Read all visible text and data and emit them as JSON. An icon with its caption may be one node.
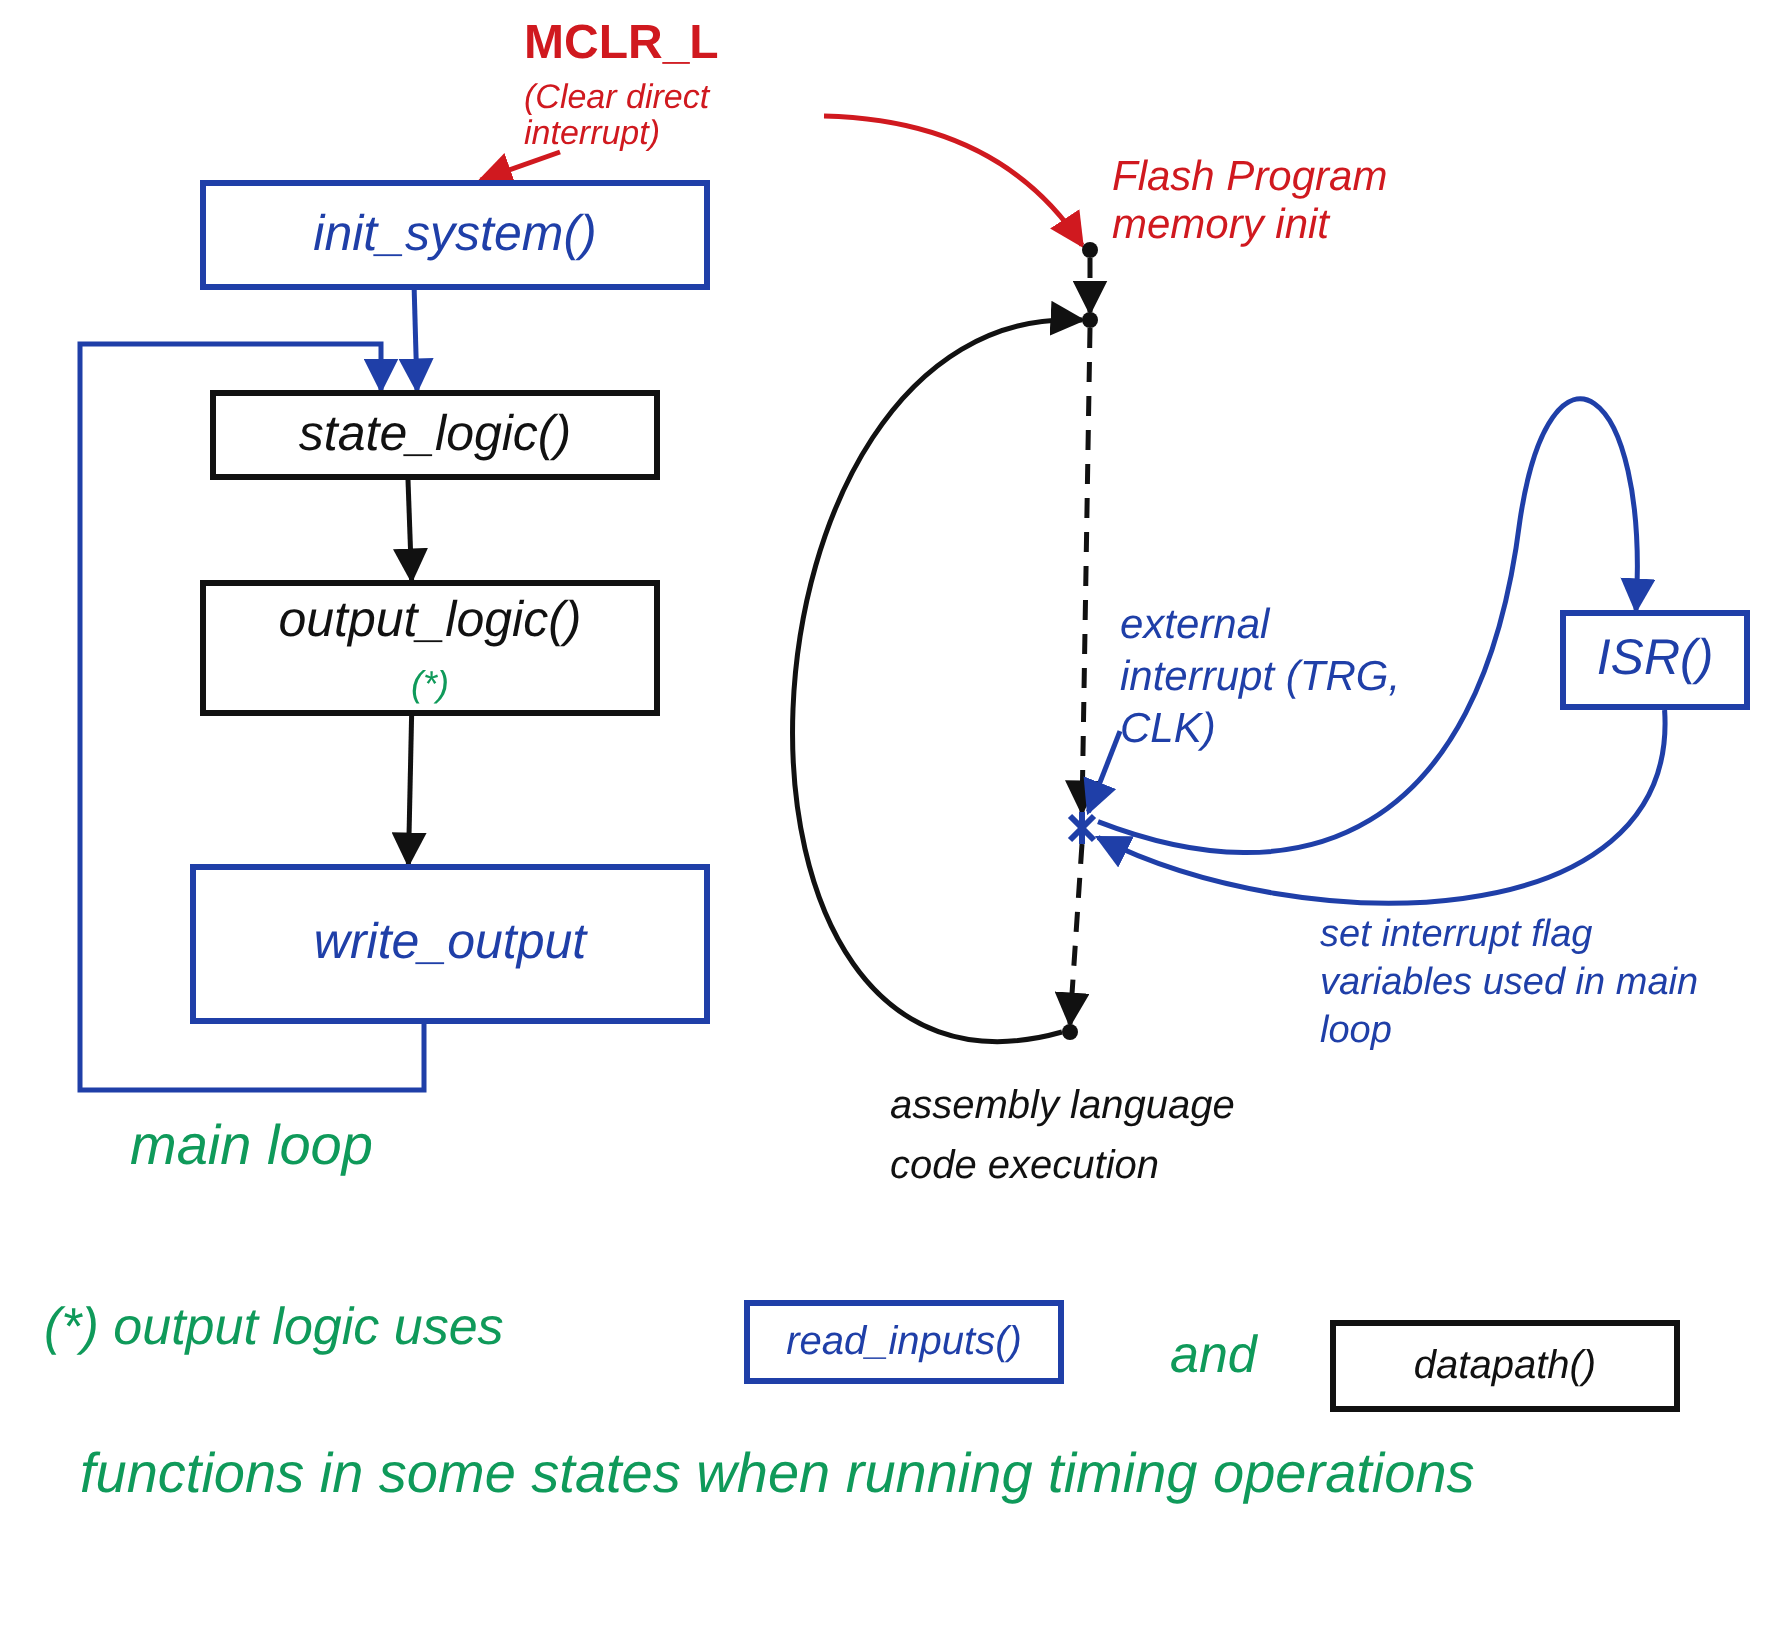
{
  "diagram": {
    "nodes": [
      {
        "text": [
          "MCLR_L",
          "(Clear direct interrupt)"
        ]
      },
      {
        "text": [
          "init_system()"
        ]
      },
      {
        "text": [
          "state_logic()"
        ]
      },
      {
        "text": [
          "output_logic()",
          "(*)"
        ]
      },
      {
        "text": [
          "write_output"
        ]
      },
      {
        "text": [],
        "shape": "circle",
        "beside": [
          "Flash Program memory init"
        ]
      },
      {
        "text": [],
        "shape": "circle"
      },
      {
        "text": [],
        "shape": "circle"
      },
      {
        "text": [],
        "shape": "circle"
      },
      {
        "text": [
          "external interrupt (TRG, CLK)"
        ]
      },
      {
        "text": [
          "ISR()"
        ]
      },
      {
        "text": [
          "read_inputs()"
        ]
      },
      {
        "text": [
          "datapath()"
        ]
      }
    ],
    "edges": [
      {
        "from": 0,
        "to": 1,
        "arrow": "to",
        "color": "#d0191f"
      },
      {
        "from": 0,
        "to": 5,
        "arrow": "to",
        "color": "#d0191f"
      },
      {
        "from": 1,
        "to": 2,
        "arrow": "to",
        "color": "#1f3fa8"
      },
      {
        "from": 2,
        "to": 3,
        "arrow": "to"
      },
      {
        "from": 3,
        "to": 4,
        "arrow": "to"
      },
      {
        "from": 4,
        "to": 2,
        "arrow": "to",
        "color": "#1f3fa8"
      },
      {
        "from": 5,
        "to": 6,
        "arrow": "to",
        "style": "dashed"
      },
      {
        "from": 6,
        "to": 7,
        "arrow": "to",
        "style": "dashed"
      },
      {
        "from": 7,
        "to": 8,
        "arrow": "to",
        "style": "dashed"
      },
      {
        "from": 8,
        "to": 6,
        "arrow": "to"
      },
      {
        "from": 7,
        "to": 10,
        "arrow": "to",
        "color": "#1f3fa8"
      },
      {
        "from": 10,
        "to": 7,
        "arrow": "to",
        "color": "#1f3fa8",
        "label": "set interrupt flag variables used in main loop"
      },
      {
        "from": 9,
        "to": 7,
        "arrow": "to",
        "color": "#1f3fa8"
      }
    ],
    "labels": [
      "main loop",
      "assembly language code execution",
      "(*) output logic uses",
      "and",
      "functions in some states when running timing operations"
    ]
  }
}
